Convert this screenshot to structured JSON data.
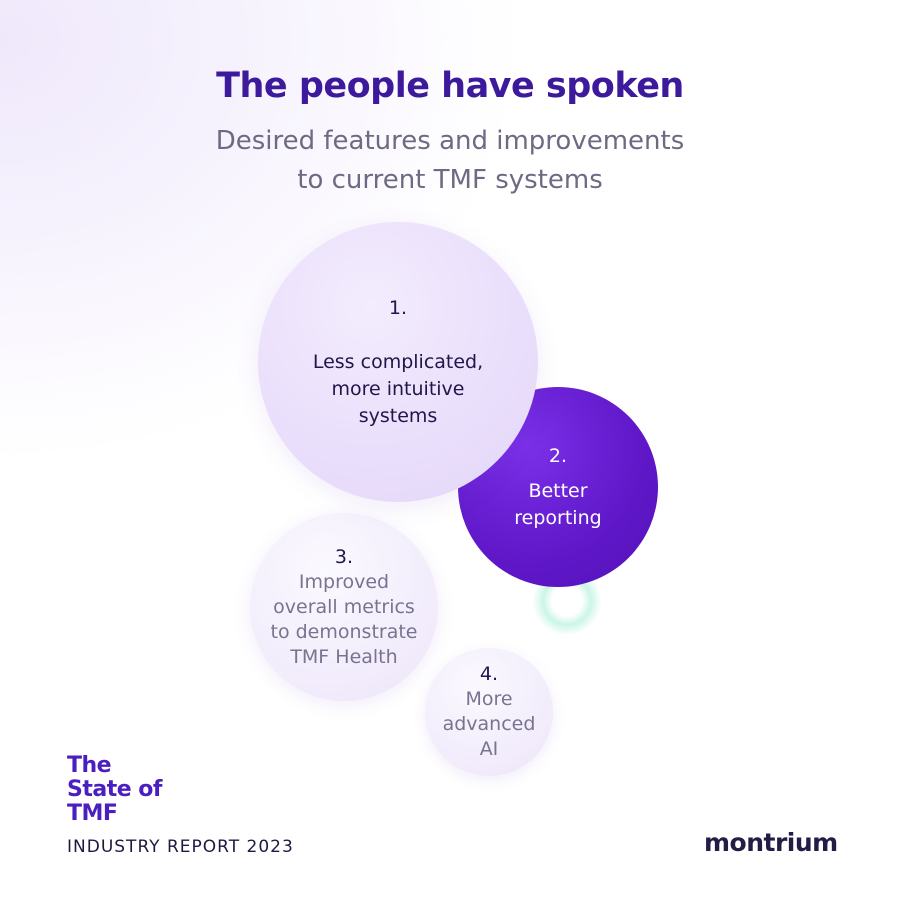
{
  "header": {
    "title": "The people have spoken",
    "subtitle_line1": "Desired features and improvements",
    "subtitle_line2": "to current TMF systems"
  },
  "items": [
    {
      "number": "1.",
      "lines": [
        "Less complicated,",
        "more intuitive",
        "systems"
      ]
    },
    {
      "number": "2.",
      "lines": [
        "Better",
        "reporting"
      ]
    },
    {
      "number": "3.",
      "lines": [
        "Improved",
        "overall metrics",
        "to demonstrate",
        "TMF Health"
      ]
    },
    {
      "number": "4.",
      "lines": [
        "More",
        "advanced",
        "AI"
      ]
    }
  ],
  "footer": {
    "report_title_lines": [
      "The",
      "State of",
      "TMF"
    ],
    "report_subtitle": "INDUSTRY REPORT 2023",
    "logo": "montrium"
  },
  "colors": {
    "title": "#3d1a9c",
    "accent_purple": "#5f17c8",
    "text_dark": "#21154a",
    "text_muted": "#7a7390"
  }
}
